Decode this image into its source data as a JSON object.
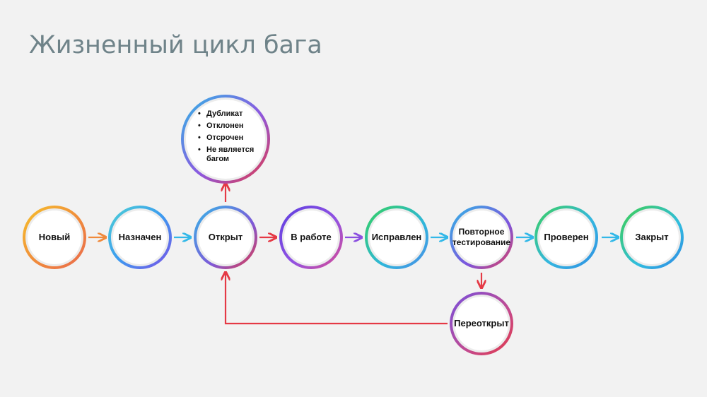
{
  "title": "Жизненный цикл бага",
  "colors": {
    "background": "#f2f2f2",
    "title": "#6f8389",
    "orange": "#f08a3c",
    "cyan": "#33b8e8",
    "red": "#e53945",
    "purple": "#8b4fe0",
    "green": "#3ccf63"
  },
  "nodes": [
    {
      "id": "new",
      "label": "Новый"
    },
    {
      "id": "assigned",
      "label": "Назначен"
    },
    {
      "id": "open",
      "label": "Открыт"
    },
    {
      "id": "in_progress",
      "label": "В работе"
    },
    {
      "id": "fixed",
      "label": "Исправлен"
    },
    {
      "id": "retest",
      "label": "Повторное тестирование"
    },
    {
      "id": "verified",
      "label": "Проверен"
    },
    {
      "id": "closed",
      "label": "Закрыт"
    },
    {
      "id": "reopened",
      "label": "Переоткрыт"
    }
  ],
  "rejected_statuses": [
    "Дубликат",
    "Отклонен",
    "Отсрочен",
    "Не является багом"
  ]
}
